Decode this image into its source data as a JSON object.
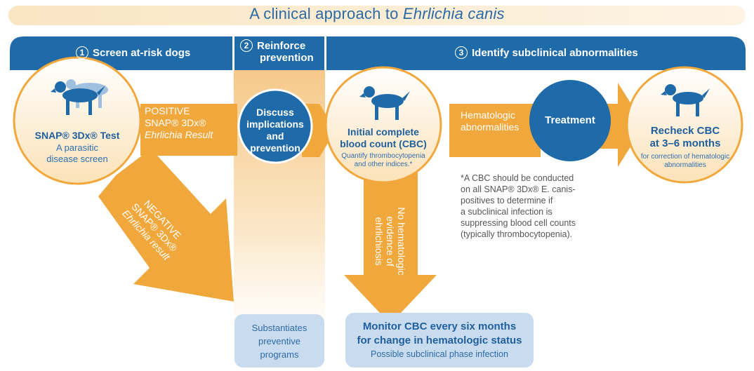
{
  "title": {
    "prefix": "A clinical approach to ",
    "italic": "Ehrlichia canis"
  },
  "steps": {
    "screen": {
      "num": "1",
      "label": "Screen at-risk dogs"
    },
    "reinforce": {
      "num": "2",
      "label_line1": "Reinforce",
      "label_line2": "prevention"
    },
    "identify": {
      "num": "3",
      "label": "Identify subclinical abnormalities"
    }
  },
  "snap_test": {
    "title": "SNAP® 3Dx® Test",
    "sub_line1": "A parasitic",
    "sub_line2": "disease screen"
  },
  "positive_arrow": {
    "line1": "POSITIVE",
    "line2": "SNAP® 3Dx®",
    "line3": "Ehrlichia Result"
  },
  "negative_arrow": {
    "line1": "NEGATIVE",
    "line2": "SNAP® 3Dx®",
    "line3": "Ehrlichia result"
  },
  "discuss": {
    "line1": "Discuss",
    "line2": "implications",
    "line3": "and",
    "line4": "prevention"
  },
  "cbc": {
    "title_line1": "Initial complete",
    "title_line2": "blood count (CBC)",
    "sub_line1": "Quantify thrombocytopenia",
    "sub_line2": "and other indices.*"
  },
  "hematologic_arrow": {
    "line1": "Hematologic",
    "line2": "abnormalities"
  },
  "treatment": "Treatment",
  "recheck": {
    "title_line1": "Recheck CBC",
    "title_line2": "at 3–6 months",
    "sub_line1": "for correction of hematologic",
    "sub_line2": "abnormalities"
  },
  "no_evidence_arrow": {
    "line1": "No hematologic",
    "line2": "evidence of",
    "line3": "ehrlichiosis"
  },
  "footnote": [
    "*A CBC should be conducted",
    "on all SNAP® 3Dx® E. canis-",
    "positives to determine if",
    "a subclinical infection is",
    "suppressing blood cell counts",
    "(typically thrombocytopenia)."
  ],
  "substantiates": {
    "line1": "Substantiates",
    "line2": "preventive",
    "line3": "programs"
  },
  "monitor": {
    "line1": "Monitor CBC every six months",
    "line2": "for change in hematologic status",
    "line3": "Possible subclinical phase infection"
  },
  "colors": {
    "blue": "#1f6aa8",
    "dark_blue": "#145a93",
    "orange": "#f0a73c",
    "light_orange": "#fbe6c2",
    "light_blue_box": "#c9dcef"
  }
}
